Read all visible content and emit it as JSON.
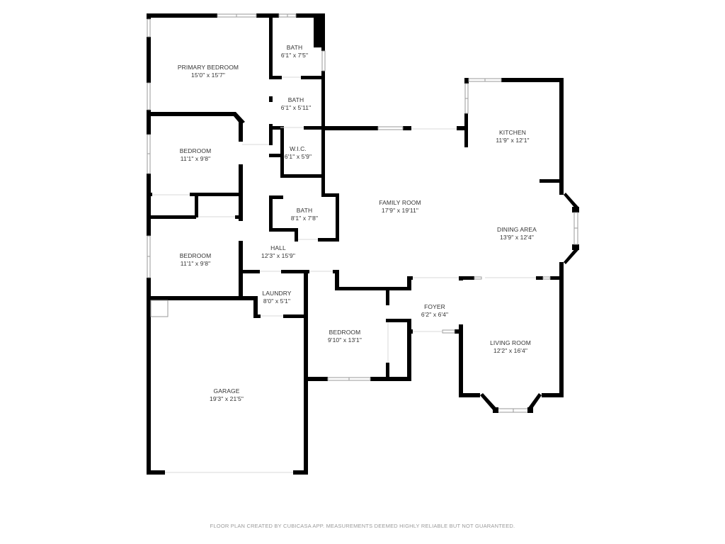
{
  "floor_plan": {
    "rooms": [
      {
        "id": "primary-bedroom",
        "name": "PRIMARY BEDROOM",
        "size": "15'0\" x 15'7\""
      },
      {
        "id": "bath-1",
        "name": "BATH",
        "size": "6'1\" x 7'5\""
      },
      {
        "id": "bath-2",
        "name": "BATH",
        "size": "6'1\" x 5'11\""
      },
      {
        "id": "wic",
        "name": "W.I.C.",
        "size": "6'1\" x 5'9\""
      },
      {
        "id": "bedroom-1",
        "name": "BEDROOM",
        "size": "11'1\" x 9'8\""
      },
      {
        "id": "bath-3",
        "name": "BATH",
        "size": "8'1\" x 7'8\""
      },
      {
        "id": "bedroom-2",
        "name": "BEDROOM",
        "size": "11'1\" x 9'8\""
      },
      {
        "id": "hall",
        "name": "HALL",
        "size": "12'3\" x 15'9\""
      },
      {
        "id": "laundry",
        "name": "LAUNDRY",
        "size": "8'0\" x 5'1\""
      },
      {
        "id": "family-room",
        "name": "FAMILY ROOM",
        "size": "17'9\" x 19'11\""
      },
      {
        "id": "kitchen",
        "name": "KITCHEN",
        "size": "11'9\" x 12'1\""
      },
      {
        "id": "dining-area",
        "name": "DINING AREA",
        "size": "13'9\" x 12'4\""
      },
      {
        "id": "bedroom-3",
        "name": "BEDROOM",
        "size": "9'10\" x 13'1\""
      },
      {
        "id": "foyer",
        "name": "FOYER",
        "size": "6'2\" x 6'4\""
      },
      {
        "id": "living-room",
        "name": "LIVING ROOM",
        "size": "12'2\" x 16'4\""
      },
      {
        "id": "garage",
        "name": "GARAGE",
        "size": "19'3\" x 21'5\""
      }
    ],
    "footer": "FLOOR PLAN CREATED BY CUBICASA APP. MEASUREMENTS DEEMED HIGHLY RELIABLE BUT NOT GUARANTEED.",
    "colors": {
      "wall": "#000000",
      "window": "#9a9a9a",
      "label": "#333333",
      "footer": "#9a9a9a"
    }
  }
}
